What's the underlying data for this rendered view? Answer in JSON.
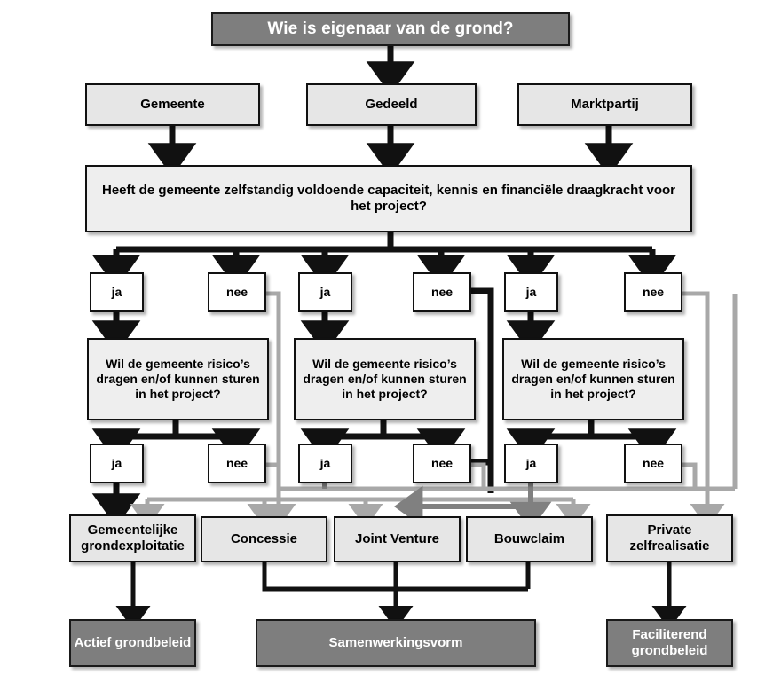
{
  "diagram": {
    "title_node": {
      "label": "Wie is eigenaar van de grond?"
    },
    "owner_options": [
      {
        "label": "Gemeente"
      },
      {
        "label": "Gedeeld"
      },
      {
        "label": "Marktpartij"
      }
    ],
    "capacity_question": {
      "label": "Heeft de gemeente zelfstandig voldoende capaciteit, kennis en financiële draagkracht voor het project?"
    },
    "answers_row1": [
      {
        "label": "ja"
      },
      {
        "label": "nee"
      },
      {
        "label": "ja"
      },
      {
        "label": "nee"
      },
      {
        "label": "ja"
      },
      {
        "label": "nee"
      }
    ],
    "risk_questions": [
      {
        "label": "Wil de gemeente risico’s dragen en/of kunnen sturen in het project?"
      },
      {
        "label": "Wil de gemeente risico’s dragen en/of kunnen sturen in het project?"
      },
      {
        "label": "Wil de gemeente risico’s dragen en/of kunnen sturen in het project?"
      }
    ],
    "answers_row2": [
      {
        "label": "ja"
      },
      {
        "label": "nee"
      },
      {
        "label": "ja"
      },
      {
        "label": "nee"
      },
      {
        "label": "ja"
      },
      {
        "label": "nee"
      }
    ],
    "outcomes": [
      {
        "label": "Gemeentelijke grondexploitatie"
      },
      {
        "label": "Concessie"
      },
      {
        "label": "Joint Venture"
      },
      {
        "label": "Bouwclaim"
      },
      {
        "label": "Private zelfrealisatie"
      }
    ],
    "policies": [
      {
        "label": "Actief grondbeleid"
      },
      {
        "label": "Samenwerkingsvorm"
      },
      {
        "label": "Faciliterend grondbeleid"
      }
    ],
    "colors": {
      "dark_fill": "#7e7e7e",
      "light_fill": "#e6e6e6",
      "soft_fill": "#eeeeee",
      "white_fill": "#ffffff",
      "stroke": "#111111",
      "gray_wire": "#a8a8a8",
      "mid_wire": "#808080"
    }
  }
}
